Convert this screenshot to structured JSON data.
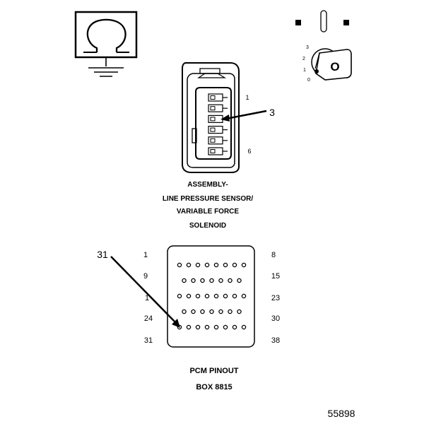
{
  "title_lines": [
    "ASSEMBLY-",
    "LINE PRESSURE SENSOR/",
    "VARIABLE FORCE",
    "SOLENOID"
  ],
  "sensor_connector": {
    "pin_first": "1",
    "pin_last": "6",
    "callout": "3",
    "pin_count": 6
  },
  "ignition_switch": {
    "position_labels": [
      "3",
      "2",
      "1",
      "0"
    ],
    "key_letter": "O"
  },
  "pcm_connector": {
    "callout": "31",
    "left_labels": [
      "1",
      "9",
      "1",
      "24",
      "31"
    ],
    "right_labels": [
      "8",
      "15",
      "23",
      "30",
      "38"
    ],
    "row_pin_counts": [
      8,
      7,
      8,
      7,
      8
    ]
  },
  "pcm_caption": [
    "PCM PINOUT",
    "BOX 8815"
  ],
  "figure_number": "55898",
  "icons": {
    "meter": "ohmmeter-icon",
    "ground": "ground-icon",
    "ignition": "ignition-key-icon"
  }
}
